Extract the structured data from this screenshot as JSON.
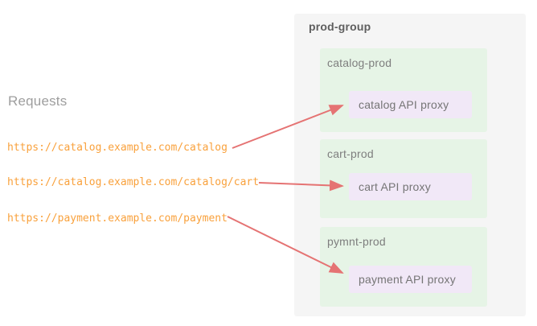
{
  "diagram": {
    "requests_label": "Requests",
    "urls": [
      {
        "text": "https://catalog.example.com/catalog"
      },
      {
        "text": "https://catalog.example.com/catalog/cart"
      },
      {
        "text": "https://payment.example.com/payment"
      }
    ],
    "group": {
      "title": "prod-group",
      "environments": [
        {
          "name": "catalog-prod",
          "proxy": "catalog API proxy"
        },
        {
          "name": "cart-prod",
          "proxy": "cart API proxy"
        },
        {
          "name": "pymnt-prod",
          "proxy": "payment API proxy"
        }
      ]
    },
    "colors": {
      "url_text": "#F9A13C",
      "arrow": "#E57373",
      "group_bg": "#F5F5F5",
      "env_bg": "#E6F4E6",
      "proxy_bg": "#F1E8F7"
    }
  }
}
